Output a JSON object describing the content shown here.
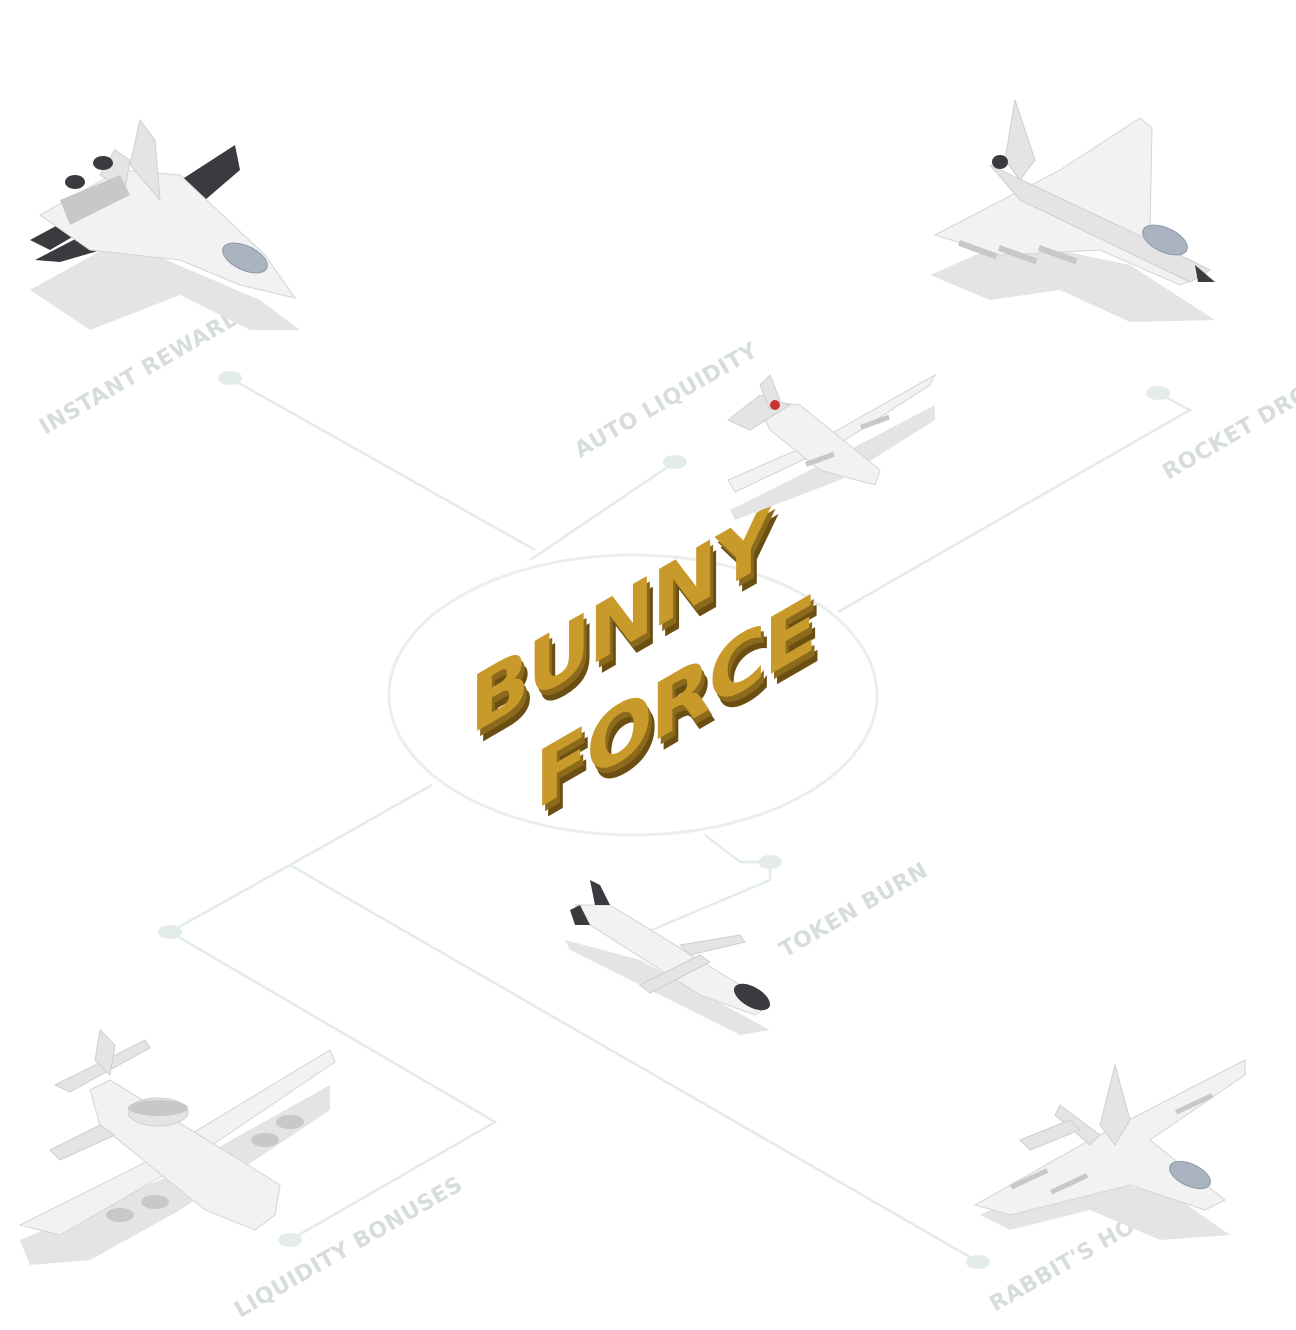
{
  "logo": {
    "line1": "BUNNY",
    "line2": "FORCE",
    "colors": {
      "top": "#c89a2a",
      "mid": "#8c6a1c",
      "side": "#6b4f12"
    }
  },
  "features": [
    {
      "id": "instant-rewards",
      "label": "INSTANT REWARDS",
      "icon": "fighter-jet-dark-wing-icon"
    },
    {
      "id": "auto-liquidity",
      "label": "AUTO LIQUIDITY",
      "icon": "cargo-propeller-plane-icon"
    },
    {
      "id": "rocket-drop",
      "label": "ROCKET DROP",
      "icon": "delta-wing-fighter-icon"
    },
    {
      "id": "token-burn",
      "label": "TOKEN BURN",
      "icon": "missile-icon"
    },
    {
      "id": "liquidity-bonuses",
      "label": "LIQUIDITY BONUSES",
      "icon": "awacs-radar-plane-icon"
    },
    {
      "id": "rabbits-hole",
      "label": "RABBIT'S HOLE",
      "icon": "twin-tail-fighter-icon"
    }
  ],
  "colors": {
    "connector": "#e3ecea",
    "label": "#d7dcdd",
    "background": "#ffffff"
  }
}
